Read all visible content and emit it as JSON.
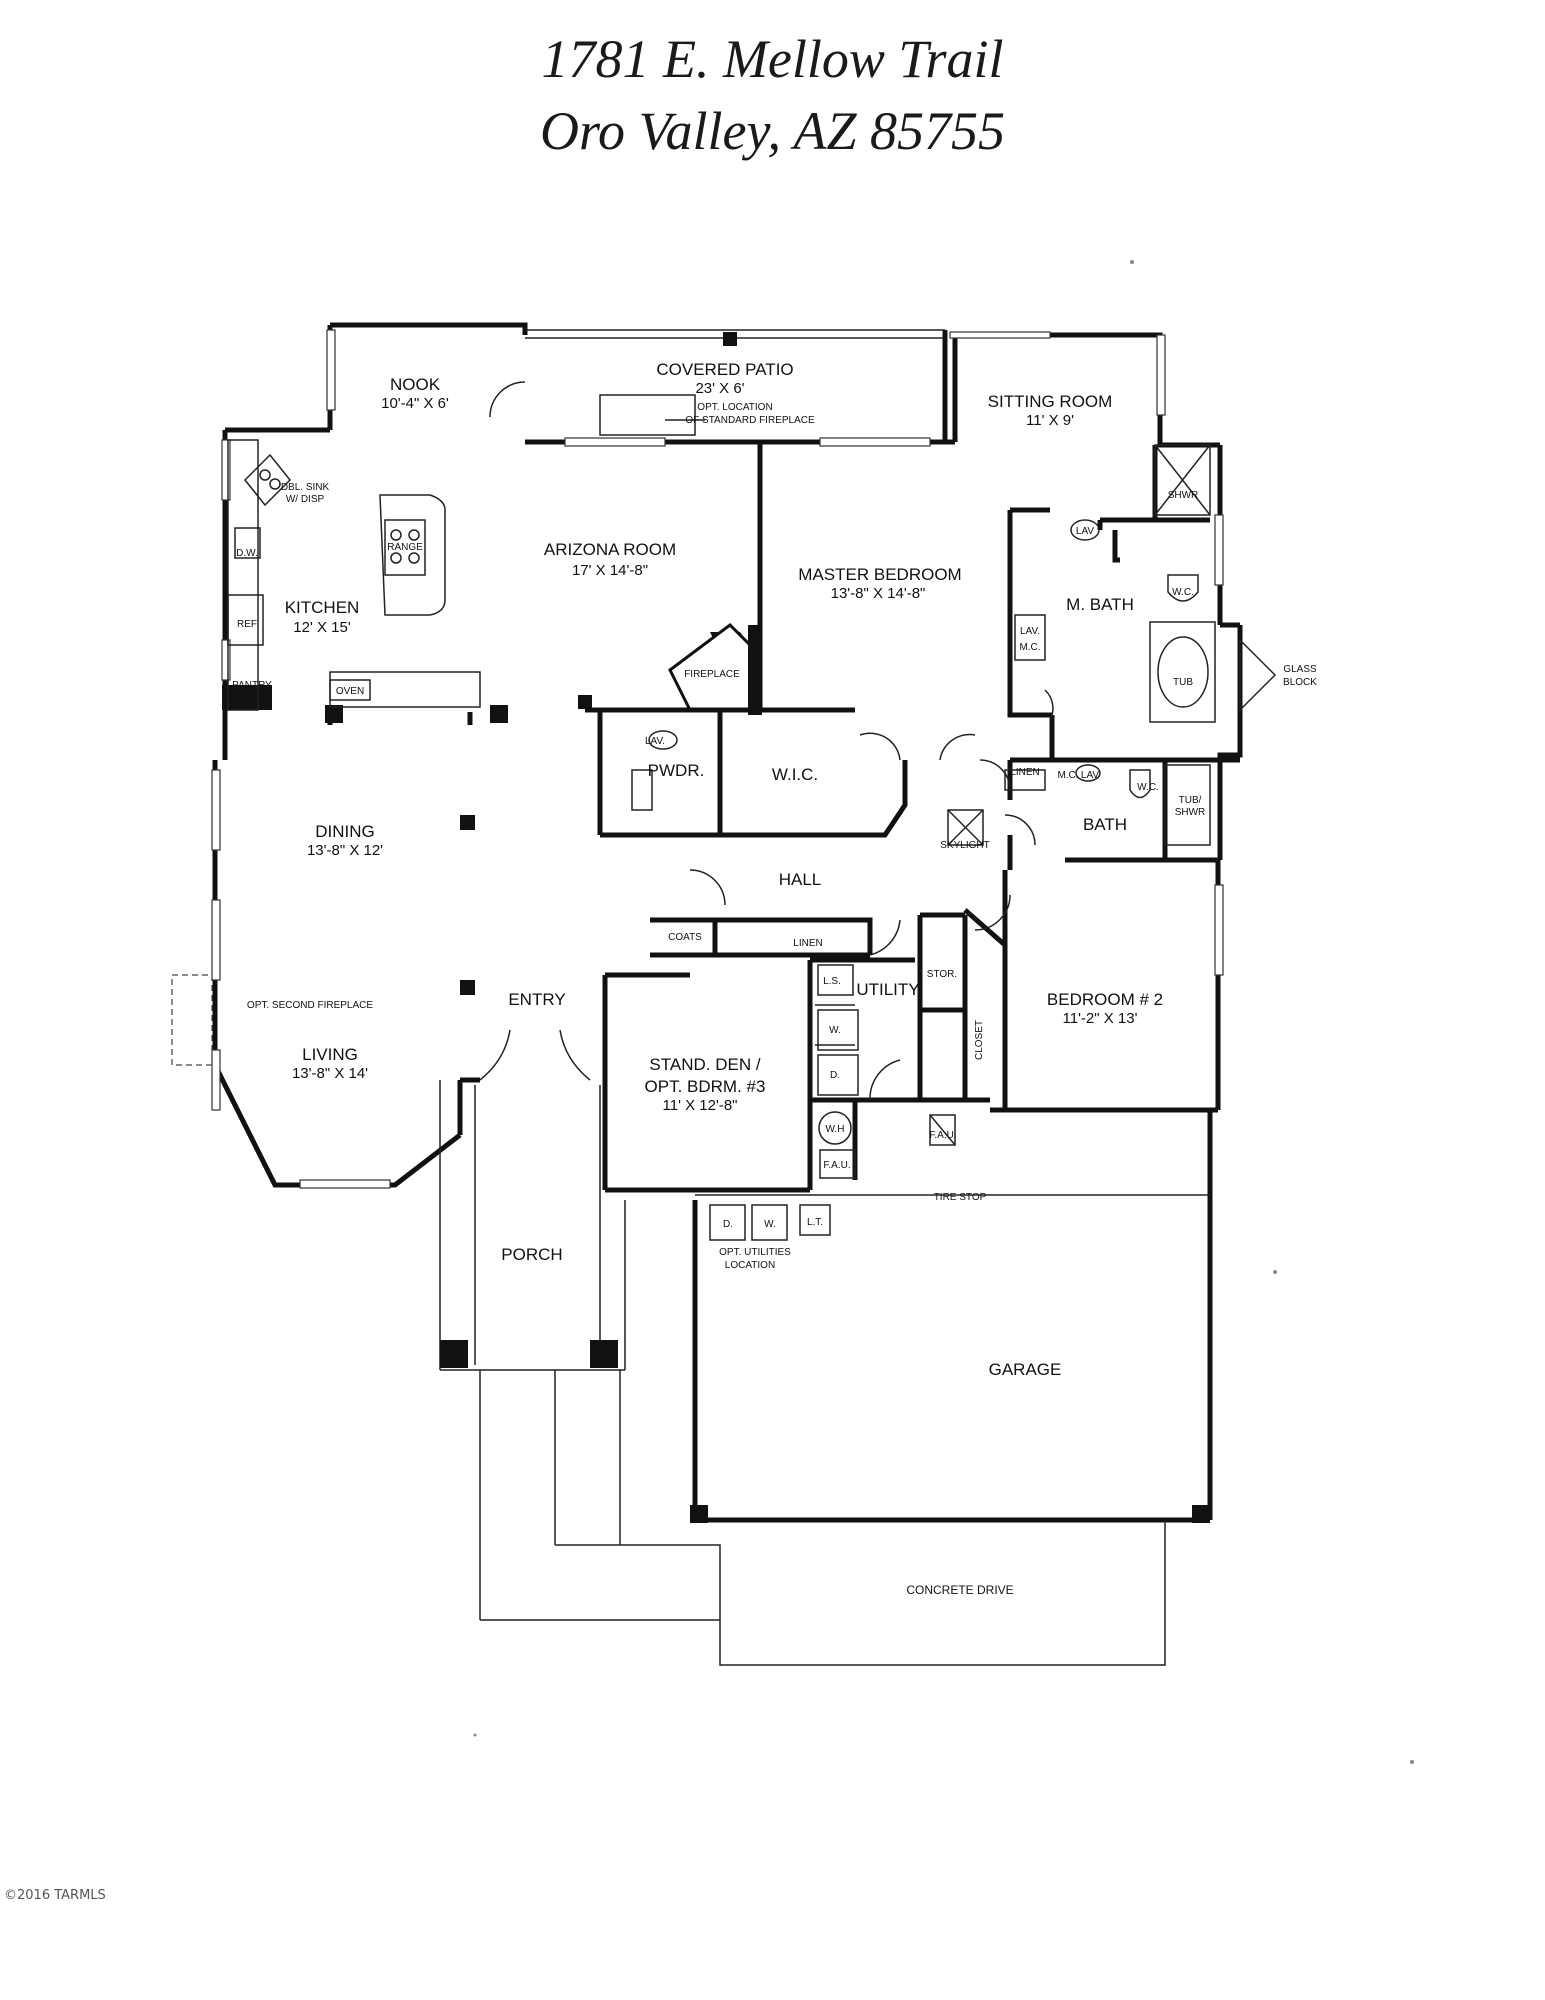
{
  "title": {
    "line1": "1781 E. Mellow Trail",
    "line2": "Oro Valley, AZ  85755"
  },
  "rooms": {
    "nook": {
      "name": "NOOK",
      "size": "10'-4\" X 6'"
    },
    "covered_patio": {
      "name": "COVERED PATIO",
      "size": "23' X 6'",
      "note1": "OPT. LOCATION",
      "note2": "OF STANDARD FIREPLACE"
    },
    "sitting_room": {
      "name": "SITTING ROOM",
      "size": "11' X 9'"
    },
    "arizona_room": {
      "name": "ARIZONA ROOM",
      "size": "17' X 14'-8\""
    },
    "master_bedroom": {
      "name": "MASTER BEDROOM",
      "size": "13'-8\" X 14'-8\""
    },
    "m_bath": {
      "name": "M. BATH"
    },
    "kitchen": {
      "name": "KITCHEN",
      "size": "12' X 15'"
    },
    "dining": {
      "name": "DINING",
      "size": "13'-8\" X 12'"
    },
    "living": {
      "name": "LIVING",
      "size": "13'-8\" X 14'"
    },
    "entry": {
      "name": "ENTRY"
    },
    "porch": {
      "name": "PORCH"
    },
    "hall": {
      "name": "HALL"
    },
    "pwdr": {
      "name": "PWDR."
    },
    "wic": {
      "name": "W.I.C."
    },
    "bath": {
      "name": "BATH"
    },
    "utility": {
      "name": "UTILITY"
    },
    "bedroom2": {
      "name": "BEDROOM # 2",
      "size": "11'-2\" X 13'"
    },
    "den": {
      "name": "STAND. DEN /",
      "name2": "OPT. BDRM. #3",
      "size": "11' X 12'-8\""
    },
    "garage": {
      "name": "GARAGE"
    },
    "concrete_drive": {
      "name": "CONCRETE DRIVE"
    }
  },
  "fixtures": {
    "dbl_sink": "DBL. SINK",
    "w_disp": "W/ DISP",
    "range": "RANGE",
    "dw": "D.W.",
    "ref": "REF",
    "pantry": "PANTRY",
    "oven": "OVEN",
    "fireplace": "FIREPLACE",
    "lav": "LAV.",
    "lav2": "LAV",
    "mc": "M.C.",
    "wc": "W.C.",
    "tub": "TUB",
    "shwr": "SHWR",
    "tub_shwr_1": "TUB/",
    "tub_shwr_2": "SHWR",
    "glass_block_1": "GLASS",
    "glass_block_2": "BLOCK",
    "linen": "LINEN",
    "skylight": "SKYLIGHT",
    "coats": "COATS",
    "stor": "STOR.",
    "closet": "CLOSET",
    "w": "W.",
    "d": "D.",
    "wh": "W.H",
    "fau": "F.A.U.",
    "fau2": "F.A.U.",
    "ls": "L.S.",
    "lt": "L.T.",
    "tire_stop": "TIRE STOP",
    "opt_utilities_1": "OPT. UTILITIES",
    "opt_utilities_2": "LOCATION",
    "opt_second_fireplace": "OPT. SECOND FIREPLACE"
  },
  "footer": {
    "copyright": "©2016 TARMLS"
  }
}
